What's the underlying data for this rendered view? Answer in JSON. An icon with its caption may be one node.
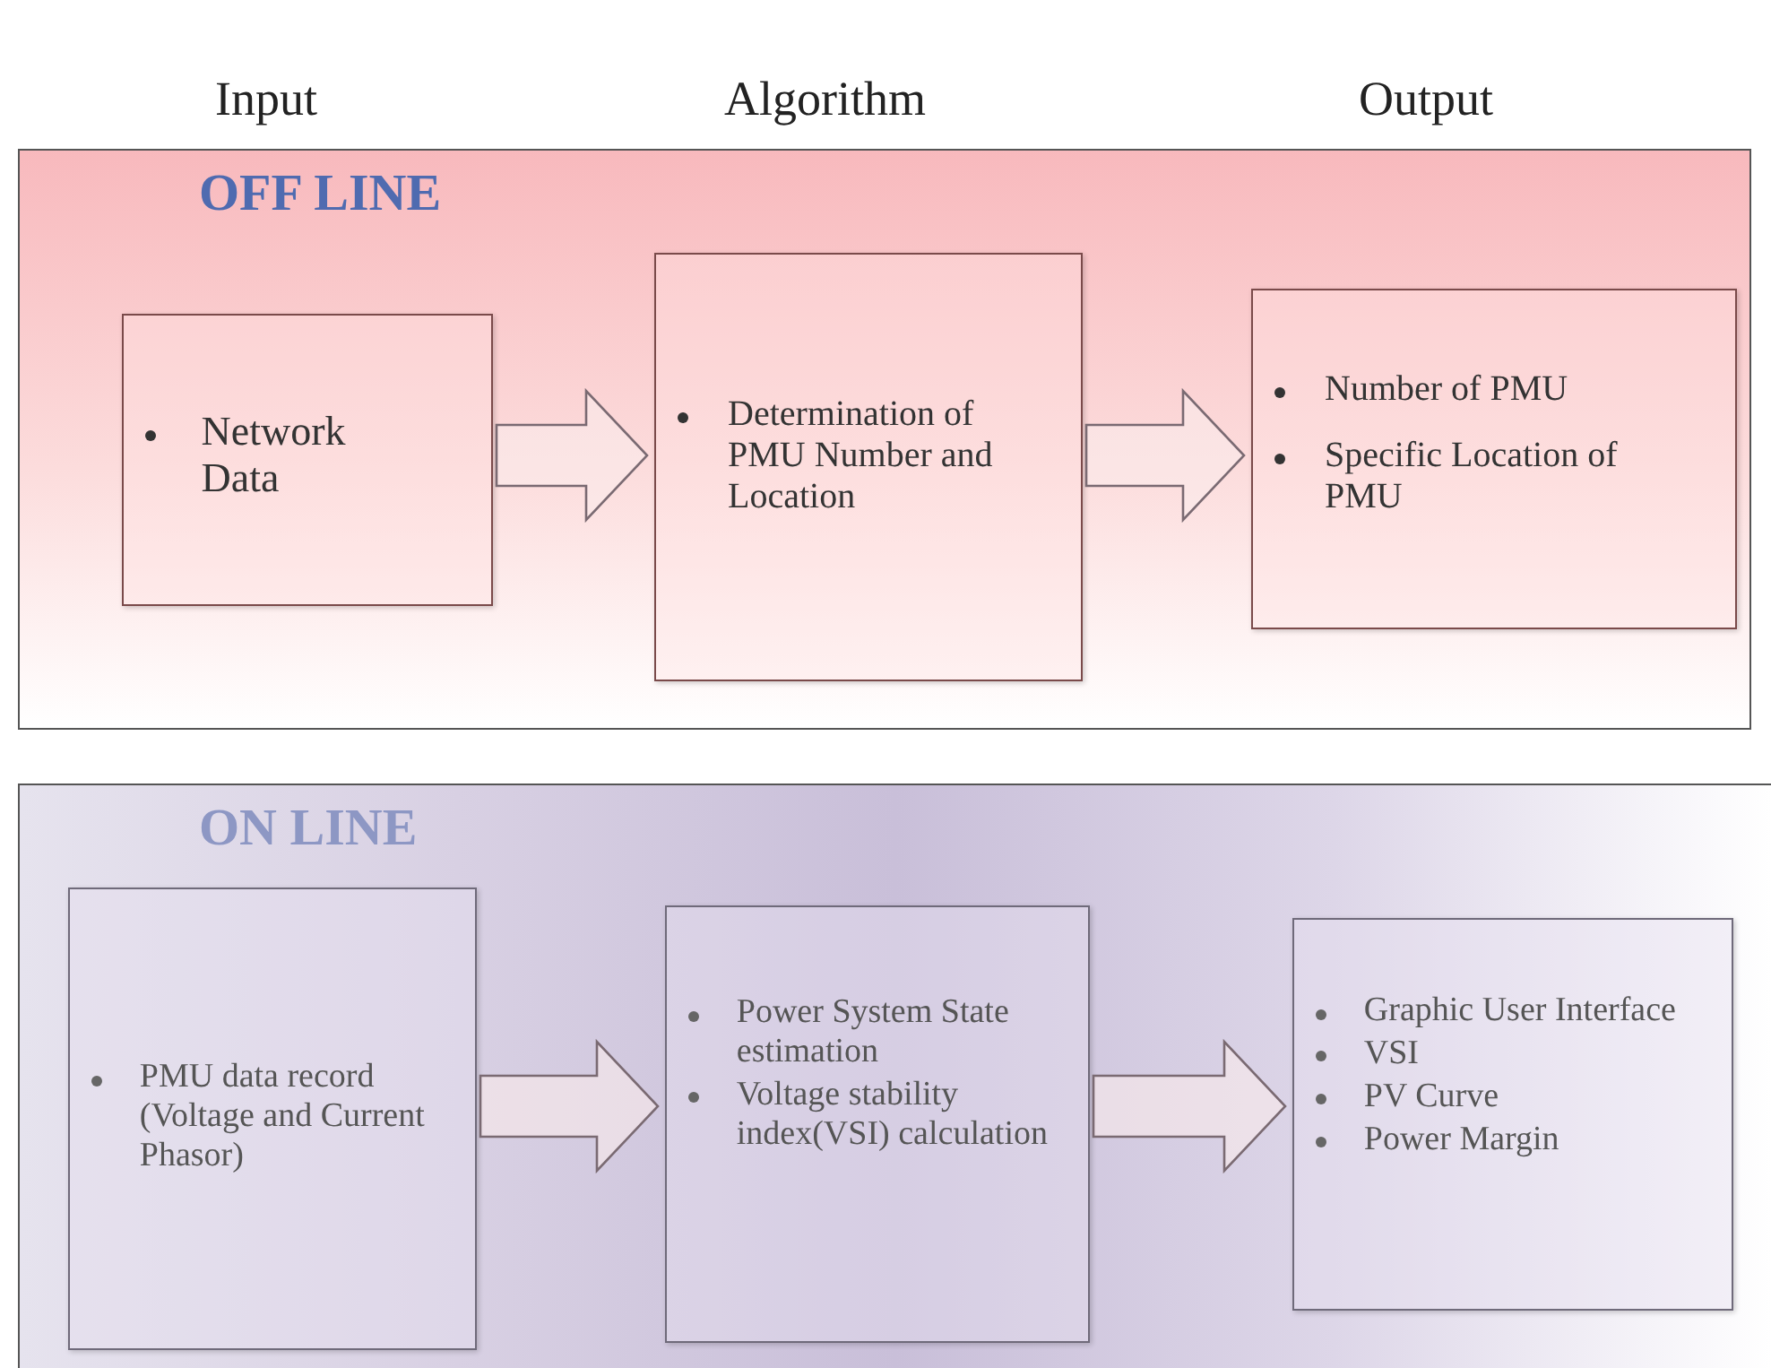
{
  "diagram": {
    "nodes": [
      {
        "text": [
          "OFF LINE"
        ]
      },
      {
        "text": [
          "Network Data"
        ],
        "in": 0
      },
      {
        "text": [
          "Determination of PMU Number and Location"
        ],
        "in": 0
      },
      {
        "text": [
          "Number of PMU",
          "Specific Location of PMU"
        ],
        "in": 0
      },
      {
        "text": [
          "ON LINE"
        ]
      },
      {
        "text": [
          "PMU data record (Voltage and Current Phasor)"
        ],
        "in": 4
      },
      {
        "text": [
          "Power System State estimation",
          "Voltage stability index(VSI) calculation"
        ],
        "in": 4
      },
      {
        "text": [
          "Graphic User Interface",
          "VSI",
          "PV Curve",
          "Power Margin"
        ],
        "in": 4
      }
    ],
    "edges": [
      {
        "from": 1,
        "to": 2,
        "arrow": "to"
      },
      {
        "from": 2,
        "to": 3,
        "arrow": "to"
      },
      {
        "from": 5,
        "to": 6,
        "arrow": "to"
      },
      {
        "from": 6,
        "to": 7,
        "arrow": "to"
      }
    ],
    "labels": [
      "Input",
      "Algorithm",
      "Output"
    ]
  }
}
